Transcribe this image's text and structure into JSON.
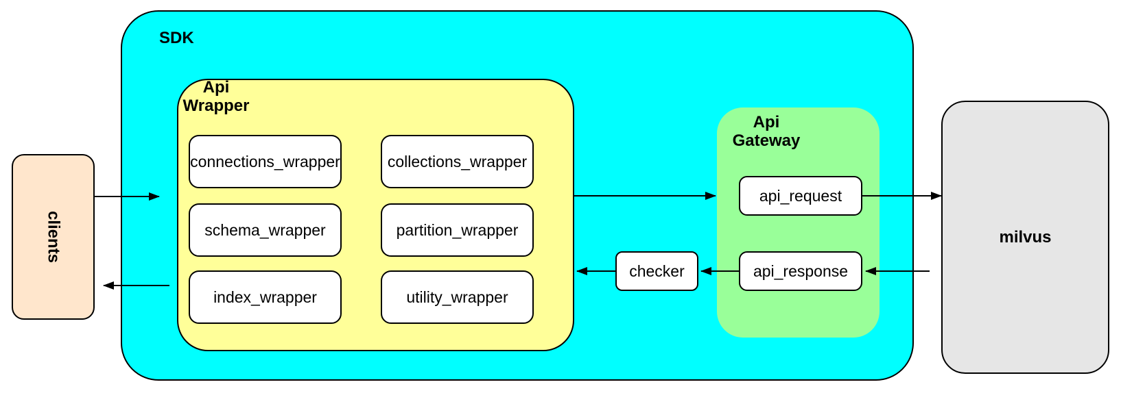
{
  "diagram": {
    "clients": {
      "label": "clients",
      "fill": "#FFE6CC"
    },
    "sdk": {
      "label": "SDK",
      "fill": "#00FFFF"
    },
    "api_wrapper": {
      "title_line1": "Api",
      "title_line2": "Wrapper",
      "fill": "#FFFF99",
      "modules": [
        "connections_wrapper",
        "collections_wrapper",
        "schema_wrapper",
        "partition_wrapper",
        "index_wrapper",
        "utility_wrapper"
      ]
    },
    "checker": {
      "label": "checker"
    },
    "api_gateway": {
      "title_line1": "Api",
      "title_line2": "Gateway",
      "fill": "#99FF99",
      "request_label": "api_request",
      "response_label": "api_response"
    },
    "milvus": {
      "label": "milvus",
      "fill": "#E6E6E6"
    },
    "stroke_color": "#000000",
    "edges": [
      {
        "from": "clients",
        "to": "sdk"
      },
      {
        "from": "api_wrapper",
        "to": "api_gateway"
      },
      {
        "from": "api_request",
        "to": "milvus"
      },
      {
        "from": "milvus",
        "to": "api_response"
      },
      {
        "from": "api_response",
        "to": "checker"
      },
      {
        "from": "checker",
        "to": "api_wrapper"
      },
      {
        "from": "sdk",
        "to": "clients"
      }
    ]
  }
}
